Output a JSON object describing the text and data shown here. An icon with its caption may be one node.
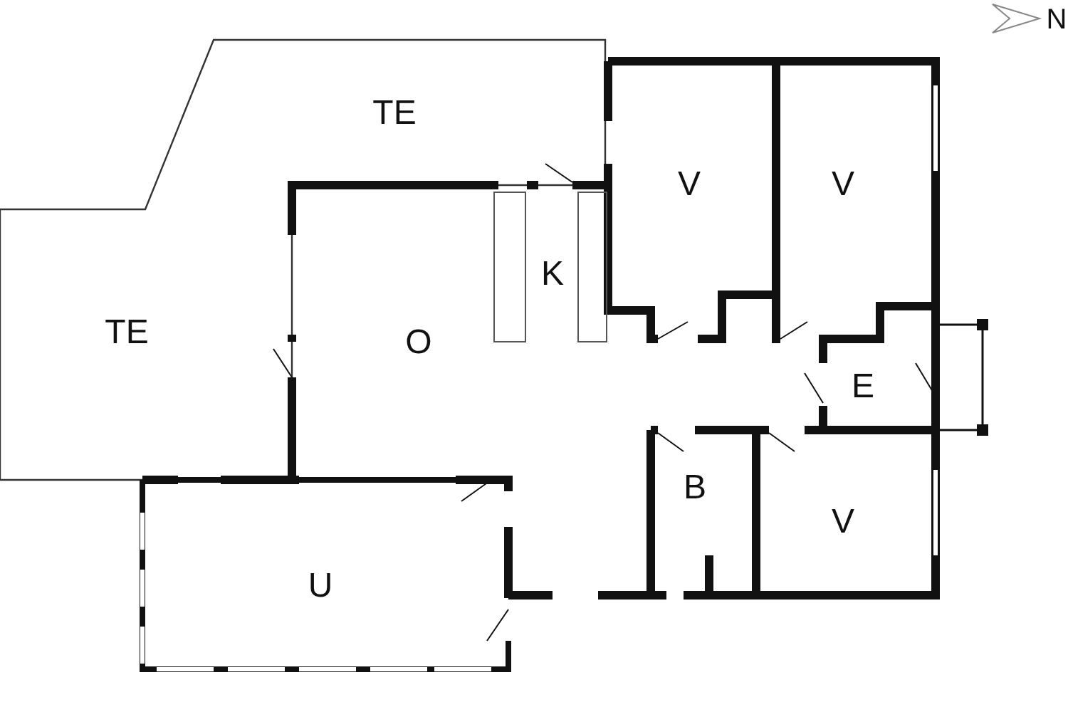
{
  "diagram": {
    "labels": [
      "N",
      "TE",
      "V",
      "V",
      "K",
      "TE",
      "O",
      "E",
      "B",
      "V",
      "U"
    ]
  }
}
